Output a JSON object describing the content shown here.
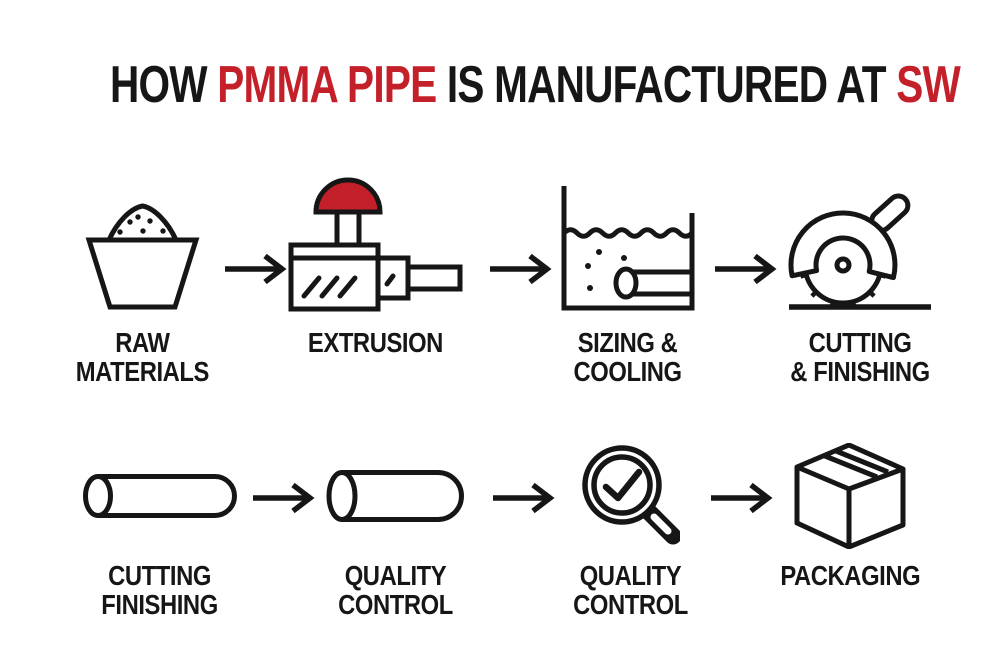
{
  "title": {
    "part1": "HOW ",
    "part2": "PMMA PIPE",
    "part3": " IS MANUFACTURED AT ",
    "part4": "SW"
  },
  "colors": {
    "accent_red": "#c3202a",
    "ink": "#161616",
    "background": "#ffffff"
  },
  "flow": {
    "arrow_icon": "right-arrow-icon"
  },
  "steps": [
    {
      "id": "raw-materials",
      "icon": "bucket-icon",
      "label_line1": "RAW",
      "label_line2": "MATERIALS"
    },
    {
      "id": "extrusion",
      "icon": "extruder-icon",
      "label_line1": "EXTRUSION",
      "label_line2": ""
    },
    {
      "id": "sizing-cooling",
      "icon": "cooling-tank-icon",
      "label_line1": "SIZING &",
      "label_line2": "COOLING"
    },
    {
      "id": "cutting-finishing",
      "icon": "circular-saw-icon",
      "label_line1": "CUTTING",
      "label_line2": "& FINISHING"
    },
    {
      "id": "cutting-finishing-2",
      "icon": "pipe-icon",
      "label_line1": "CUTTING",
      "label_line2": "FINISHING"
    },
    {
      "id": "quality-control-1",
      "icon": "pipe-icon",
      "label_line1": "QUALITY",
      "label_line2": "CONTROL"
    },
    {
      "id": "quality-control-2",
      "icon": "magnifier-check-icon",
      "label_line1": "QUALITY",
      "label_line2": "CONTROL"
    },
    {
      "id": "packaging",
      "icon": "box-icon",
      "label_line1": "PACKAGING",
      "label_line2": ""
    }
  ]
}
